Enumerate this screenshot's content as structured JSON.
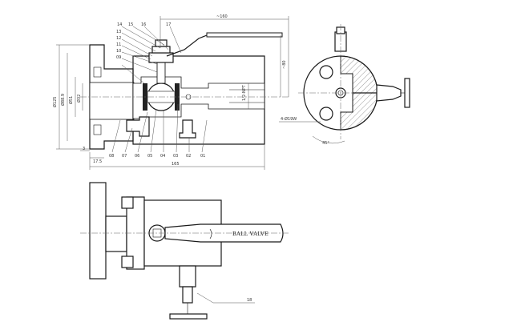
{
  "dimensions": {
    "top_length": "~160",
    "height_right": "~80",
    "overall_length": "165",
    "flange_od": "Ø125",
    "bolt_circle": "Ø88.9",
    "bore_a": "Ø51",
    "bore_b": "Ø32",
    "flange_thk": "17.5",
    "gap": "3",
    "port": "1/2-NPT",
    "holes": "4-Ø19W",
    "angle": "45°"
  },
  "part_numbers": [
    "14",
    "15",
    "16",
    "17",
    "13",
    "12",
    "11",
    "10",
    "09",
    "08",
    "07",
    "06",
    "05",
    "04",
    "03",
    "02",
    "01",
    "18"
  ],
  "nameplate": {
    "text": "BALL VALVE"
  },
  "colors": {
    "line": "#1a1a1a",
    "dim": "#555555",
    "background": "#ffffff"
  }
}
